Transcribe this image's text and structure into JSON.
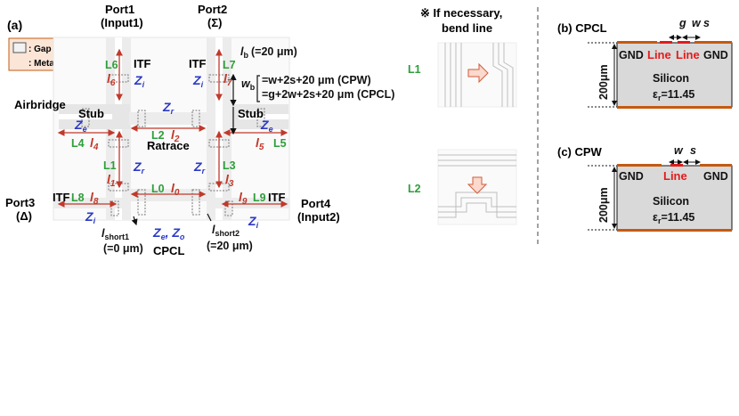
{
  "panel_a": {
    "label": "(a)",
    "legend": {
      "gap": ": Gap",
      "metal": ": Metal"
    },
    "port1": {
      "name": "Port1",
      "sub": "(Input1)"
    },
    "port2": {
      "name": "Port2",
      "sub": "(Σ)"
    },
    "port3": {
      "name": "Port3",
      "sub": "(Δ)"
    },
    "port4": {
      "name": "Port4",
      "sub": "(Input2)"
    },
    "lb": {
      "sym": "l",
      "sub": "b",
      "val": "(=20 μm)"
    },
    "wb": {
      "sym": "w",
      "sub": "b"
    },
    "wb_cpw": "=w+2s+20 μm (CPW)",
    "wb_cpcl": "=g+2w+2s+20 μm (CPCL)",
    "itf": "ITF",
    "airbridge": "Airbridge",
    "stub": "Stub",
    "ratrace": "Ratrace",
    "cpcl": "CPCL",
    "zi": "Z",
    "zr": "Z",
    "ze": "Z",
    "zeo": "Z",
    "sub_i": "i",
    "sub_r": "r",
    "sub_e": "e",
    "sub_o": "o",
    "green": {
      "L0": "L0",
      "L1": "L1",
      "L2": "L2",
      "L3": "L3",
      "L4": "L4",
      "L5": "L5",
      "L6": "L6",
      "L7": "L7",
      "L8": "L8",
      "L9": "L9"
    },
    "red": {
      "l0": "0",
      "l1": "1",
      "l2": "2",
      "l3": "3",
      "l4": "4",
      "l5": "5",
      "l6": "6",
      "l7": "7",
      "l8": "8",
      "l9": "9",
      "l": "l"
    },
    "short1": {
      "sym": "l",
      "sub": "short1",
      "val": "(=0 μm)"
    },
    "short2": {
      "sym": "l",
      "sub": "short2",
      "val": "(=20 μm)"
    }
  },
  "middle": {
    "title1": "※ If necessary,",
    "title2": "bend line",
    "L1": "L1",
    "L2": "L2"
  },
  "panel_b": {
    "label": "(b) CPCL",
    "g": "g",
    "w": "w",
    "s": "s",
    "gnd": "GND",
    "line": "Line",
    "height": "200μm",
    "silicon": "Silicon",
    "eps": "ε",
    "eps_sub": "r",
    "eps_val": "=11.45"
  },
  "panel_c": {
    "label": "(c) CPW",
    "w": "w",
    "s": "s",
    "gnd": "GND",
    "line": "Line",
    "height": "200μm",
    "silicon": "Silicon",
    "eps": "ε",
    "eps_sub": "r",
    "eps_val": "=11.45"
  },
  "colors": {
    "red": "#c0392b",
    "green": "#2e9e3a",
    "blue": "#2b39c7",
    "silicon": "#d9d9d9",
    "metal": "#c55a11"
  }
}
